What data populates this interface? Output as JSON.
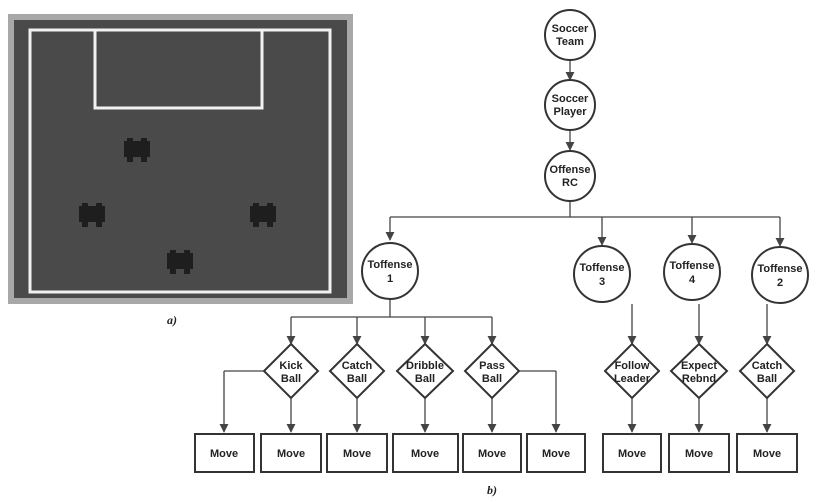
{
  "panel_a": {
    "caption": "a)",
    "colors": {
      "field": "#4a4a4a",
      "border": "#a8a8a8",
      "lines": "#f2f2f2",
      "players": "#1e1e1e"
    }
  },
  "panel_b": {
    "caption": "b)",
    "chain": [
      {
        "id": "team",
        "lines": [
          "Soccer",
          "Team"
        ]
      },
      {
        "id": "player",
        "lines": [
          "Soccer",
          "Player"
        ]
      },
      {
        "id": "offense-rc",
        "lines": [
          "Offense",
          "RC"
        ]
      }
    ],
    "toffense": [
      {
        "id": "toffense-1",
        "lines": [
          "Toffense",
          "1"
        ]
      },
      {
        "id": "toffense-3",
        "lines": [
          "Toffense",
          "3"
        ]
      },
      {
        "id": "toffense-4",
        "lines": [
          "Toffense",
          "4"
        ]
      },
      {
        "id": "toffense-2",
        "lines": [
          "Toffense",
          "2"
        ]
      }
    ],
    "actions_left": [
      {
        "id": "kick-ball",
        "lines": [
          "Kick",
          "Ball"
        ]
      },
      {
        "id": "catch-ball",
        "lines": [
          "Catch",
          "Ball"
        ]
      },
      {
        "id": "dribble-ball",
        "lines": [
          "Dribble",
          "Ball"
        ]
      },
      {
        "id": "pass-ball",
        "lines": [
          "Pass",
          "Ball"
        ]
      }
    ],
    "actions_right": [
      {
        "id": "follow-leader",
        "lines": [
          "Follow",
          "Leader"
        ]
      },
      {
        "id": "expect-rebnd",
        "lines": [
          "Expect",
          "Rebnd"
        ]
      },
      {
        "id": "catch-ball-2",
        "lines": [
          "Catch",
          "Ball"
        ]
      }
    ],
    "move_label": "Move"
  }
}
